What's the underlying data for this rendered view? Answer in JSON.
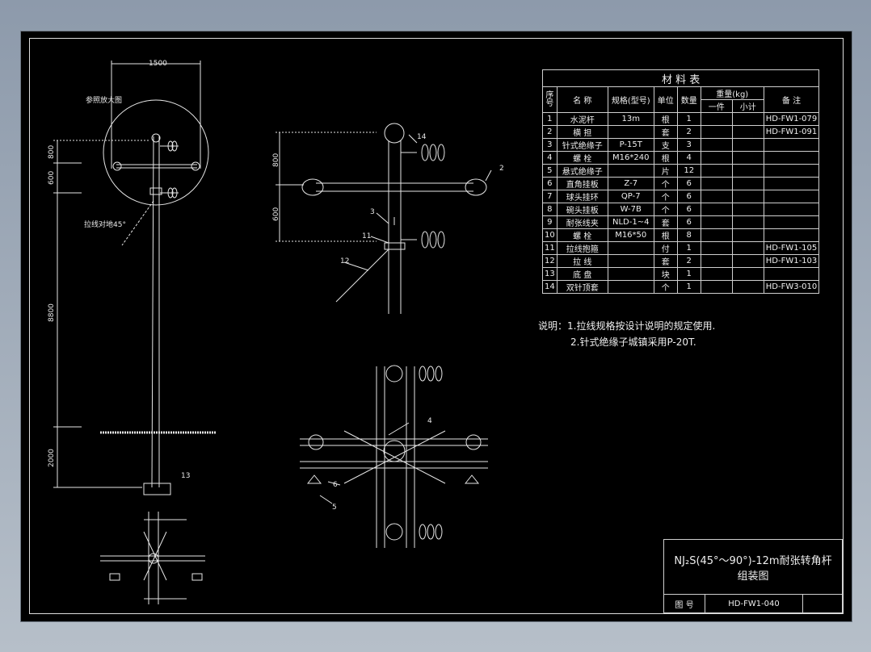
{
  "material_table": {
    "title": "材   料   表",
    "headers": {
      "index": "序号",
      "name": "名  称",
      "spec": "规格(型号)",
      "unit": "单位",
      "qty": "数量",
      "weight": "重量(kg)",
      "weight_each": "一件",
      "weight_total": "小计",
      "remark": "备  注"
    },
    "rows": [
      {
        "no": "1",
        "name": "水泥杆",
        "spec": "13m",
        "unit": "根",
        "qty": "1",
        "remark": "HD-FW1-079"
      },
      {
        "no": "2",
        "name": "横  担",
        "spec": "",
        "unit": "套",
        "qty": "2",
        "remark": "HD-FW1-091"
      },
      {
        "no": "3",
        "name": "针式绝缘子",
        "spec": "P-15T",
        "unit": "支",
        "qty": "3",
        "remark": ""
      },
      {
        "no": "4",
        "name": "螺  栓",
        "spec": "M16*240",
        "unit": "根",
        "qty": "4",
        "remark": ""
      },
      {
        "no": "5",
        "name": "悬式绝缘子",
        "spec": "",
        "unit": "片",
        "qty": "12",
        "remark": ""
      },
      {
        "no": "6",
        "name": "直角挂板",
        "spec": "Z-7",
        "unit": "个",
        "qty": "6",
        "remark": ""
      },
      {
        "no": "7",
        "name": "球头挂环",
        "spec": "QP-7",
        "unit": "个",
        "qty": "6",
        "remark": ""
      },
      {
        "no": "8",
        "name": "碗头挂板",
        "spec": "W-7B",
        "unit": "个",
        "qty": "6",
        "remark": ""
      },
      {
        "no": "9",
        "name": "耐张线夹",
        "spec": "NLD-1~4",
        "unit": "套",
        "qty": "6",
        "remark": ""
      },
      {
        "no": "10",
        "name": "螺  栓",
        "spec": "M16*50",
        "unit": "根",
        "qty": "8",
        "remark": ""
      },
      {
        "no": "11",
        "name": "拉线抱箍",
        "spec": "",
        "unit": "付",
        "qty": "1",
        "remark": "HD-FW1-105"
      },
      {
        "no": "12",
        "name": "拉  线",
        "spec": "",
        "unit": "套",
        "qty": "2",
        "remark": "HD-FW1-103"
      },
      {
        "no": "13",
        "name": "底  盘",
        "spec": "",
        "unit": "块",
        "qty": "1",
        "remark": ""
      },
      {
        "no": "14",
        "name": "双针顶套",
        "spec": "",
        "unit": "个",
        "qty": "1",
        "remark": "HD-FW3-010"
      }
    ]
  },
  "notes": {
    "line1": "说明：1.拉线规格按设计说明的规定使用.",
    "line2": "2.针式绝缘子城镇采用P-20T."
  },
  "title_block": {
    "title_line1": "NJ₂S(45°～90°)-12m耐张转角杆",
    "title_line2": "组装图",
    "drawing_no_label": "图  号",
    "drawing_no": "HD-FW1-040"
  },
  "left_view": {
    "dim_top": "1500",
    "detail_label": "参照放大图",
    "guy_label": "拉线对地45°",
    "dim_800": "800",
    "dim_600": "600",
    "dim_8800": "8800",
    "dim_2000": "2000",
    "callout_13": "13"
  },
  "detail_view": {
    "dim_800": "800",
    "dim_600": "600",
    "callouts": [
      "14",
      "2",
      "3",
      "11",
      "12"
    ]
  },
  "plan_view": {
    "callouts": [
      "4",
      "6",
      "5"
    ]
  }
}
